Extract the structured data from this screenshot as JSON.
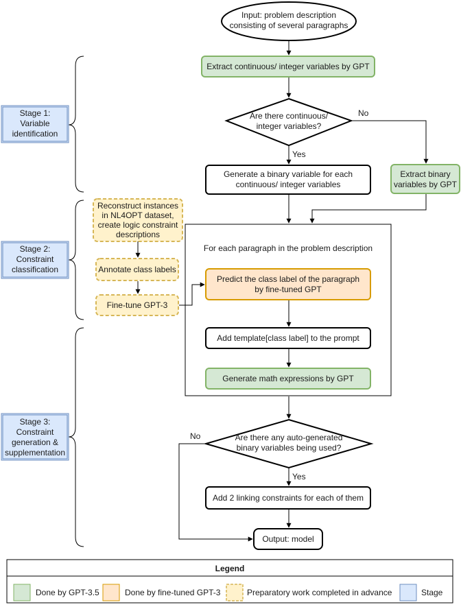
{
  "nodes": {
    "input": {
      "lines": [
        "Input: problem description",
        "consisting of several paragraphs"
      ]
    },
    "extract_vars": {
      "lines": [
        "Extract continuous/ integer variables by GPT"
      ]
    },
    "decision_vars": {
      "lines": [
        "Are there continuous/",
        "integer variables?"
      ]
    },
    "gen_binary": {
      "lines": [
        "Generate a binary variable for each",
        "continuous/ integer variables"
      ]
    },
    "extract_binary": {
      "lines": [
        "Extract binary",
        "variables by GPT"
      ]
    },
    "reconstruct": {
      "lines": [
        "Reconstruct instances",
        "in NL4OPT dataset,",
        "create logic constraint",
        "descriptions"
      ]
    },
    "annotate": {
      "lines": [
        "Annotate class labels"
      ]
    },
    "finetune": {
      "lines": [
        "Fine-tune GPT-3"
      ]
    },
    "loop_title": {
      "lines": [
        "For each paragraph in the problem description"
      ]
    },
    "predict": {
      "lines": [
        "Predict the class label of the paragraph",
        "by fine-tuned GPT"
      ]
    },
    "add_template": {
      "lines": [
        "Add template[class label] to the prompt"
      ]
    },
    "gen_math": {
      "lines": [
        "Generate math expressions by GPT"
      ]
    },
    "decision_aux": {
      "lines": [
        "Are there any auto-generated",
        "binary variables being used?"
      ]
    },
    "add_linking": {
      "lines": [
        "Add 2 linking constraints for each of them"
      ]
    },
    "output": {
      "lines": [
        "Output: model"
      ]
    }
  },
  "edge_labels": {
    "no_1": "No",
    "yes_1": "Yes",
    "no_2": "No",
    "yes_2": "Yes"
  },
  "stages": [
    {
      "lines": [
        "Stage 1:",
        "Variable",
        "identification"
      ]
    },
    {
      "lines": [
        "Stage 2:",
        "Constraint",
        "classification"
      ]
    },
    {
      "lines": [
        "Stage 3:",
        "Constraint",
        "generation &",
        "supplementation"
      ]
    }
  ],
  "legend": {
    "title": "Legend",
    "items": [
      {
        "label": "Done by GPT-3.5",
        "fill": "#d5e8d4",
        "stroke": "#82b366",
        "dashed": false
      },
      {
        "label": "Done by fine-tuned GPT-3",
        "fill": "#ffe6cc",
        "stroke": "#d79b00",
        "dashed": false
      },
      {
        "label": "Preparatory work completed in advance",
        "fill": "#fff2cc",
        "stroke": "#d6b656",
        "dashed": true
      },
      {
        "label": "Stage",
        "fill": "#dae8fc",
        "stroke": "#6c8ebf",
        "dashed": false
      }
    ]
  },
  "colors": {
    "gpt35_fill": "#d5e8d4",
    "gpt35_stroke": "#82b366",
    "finetuned_fill": "#ffe6cc",
    "finetuned_stroke": "#d79b00",
    "prep_fill": "#fff2cc",
    "prep_stroke": "#d6b656",
    "stage_fill": "#dae8fc",
    "stage_stroke": "#6c8ebf"
  }
}
